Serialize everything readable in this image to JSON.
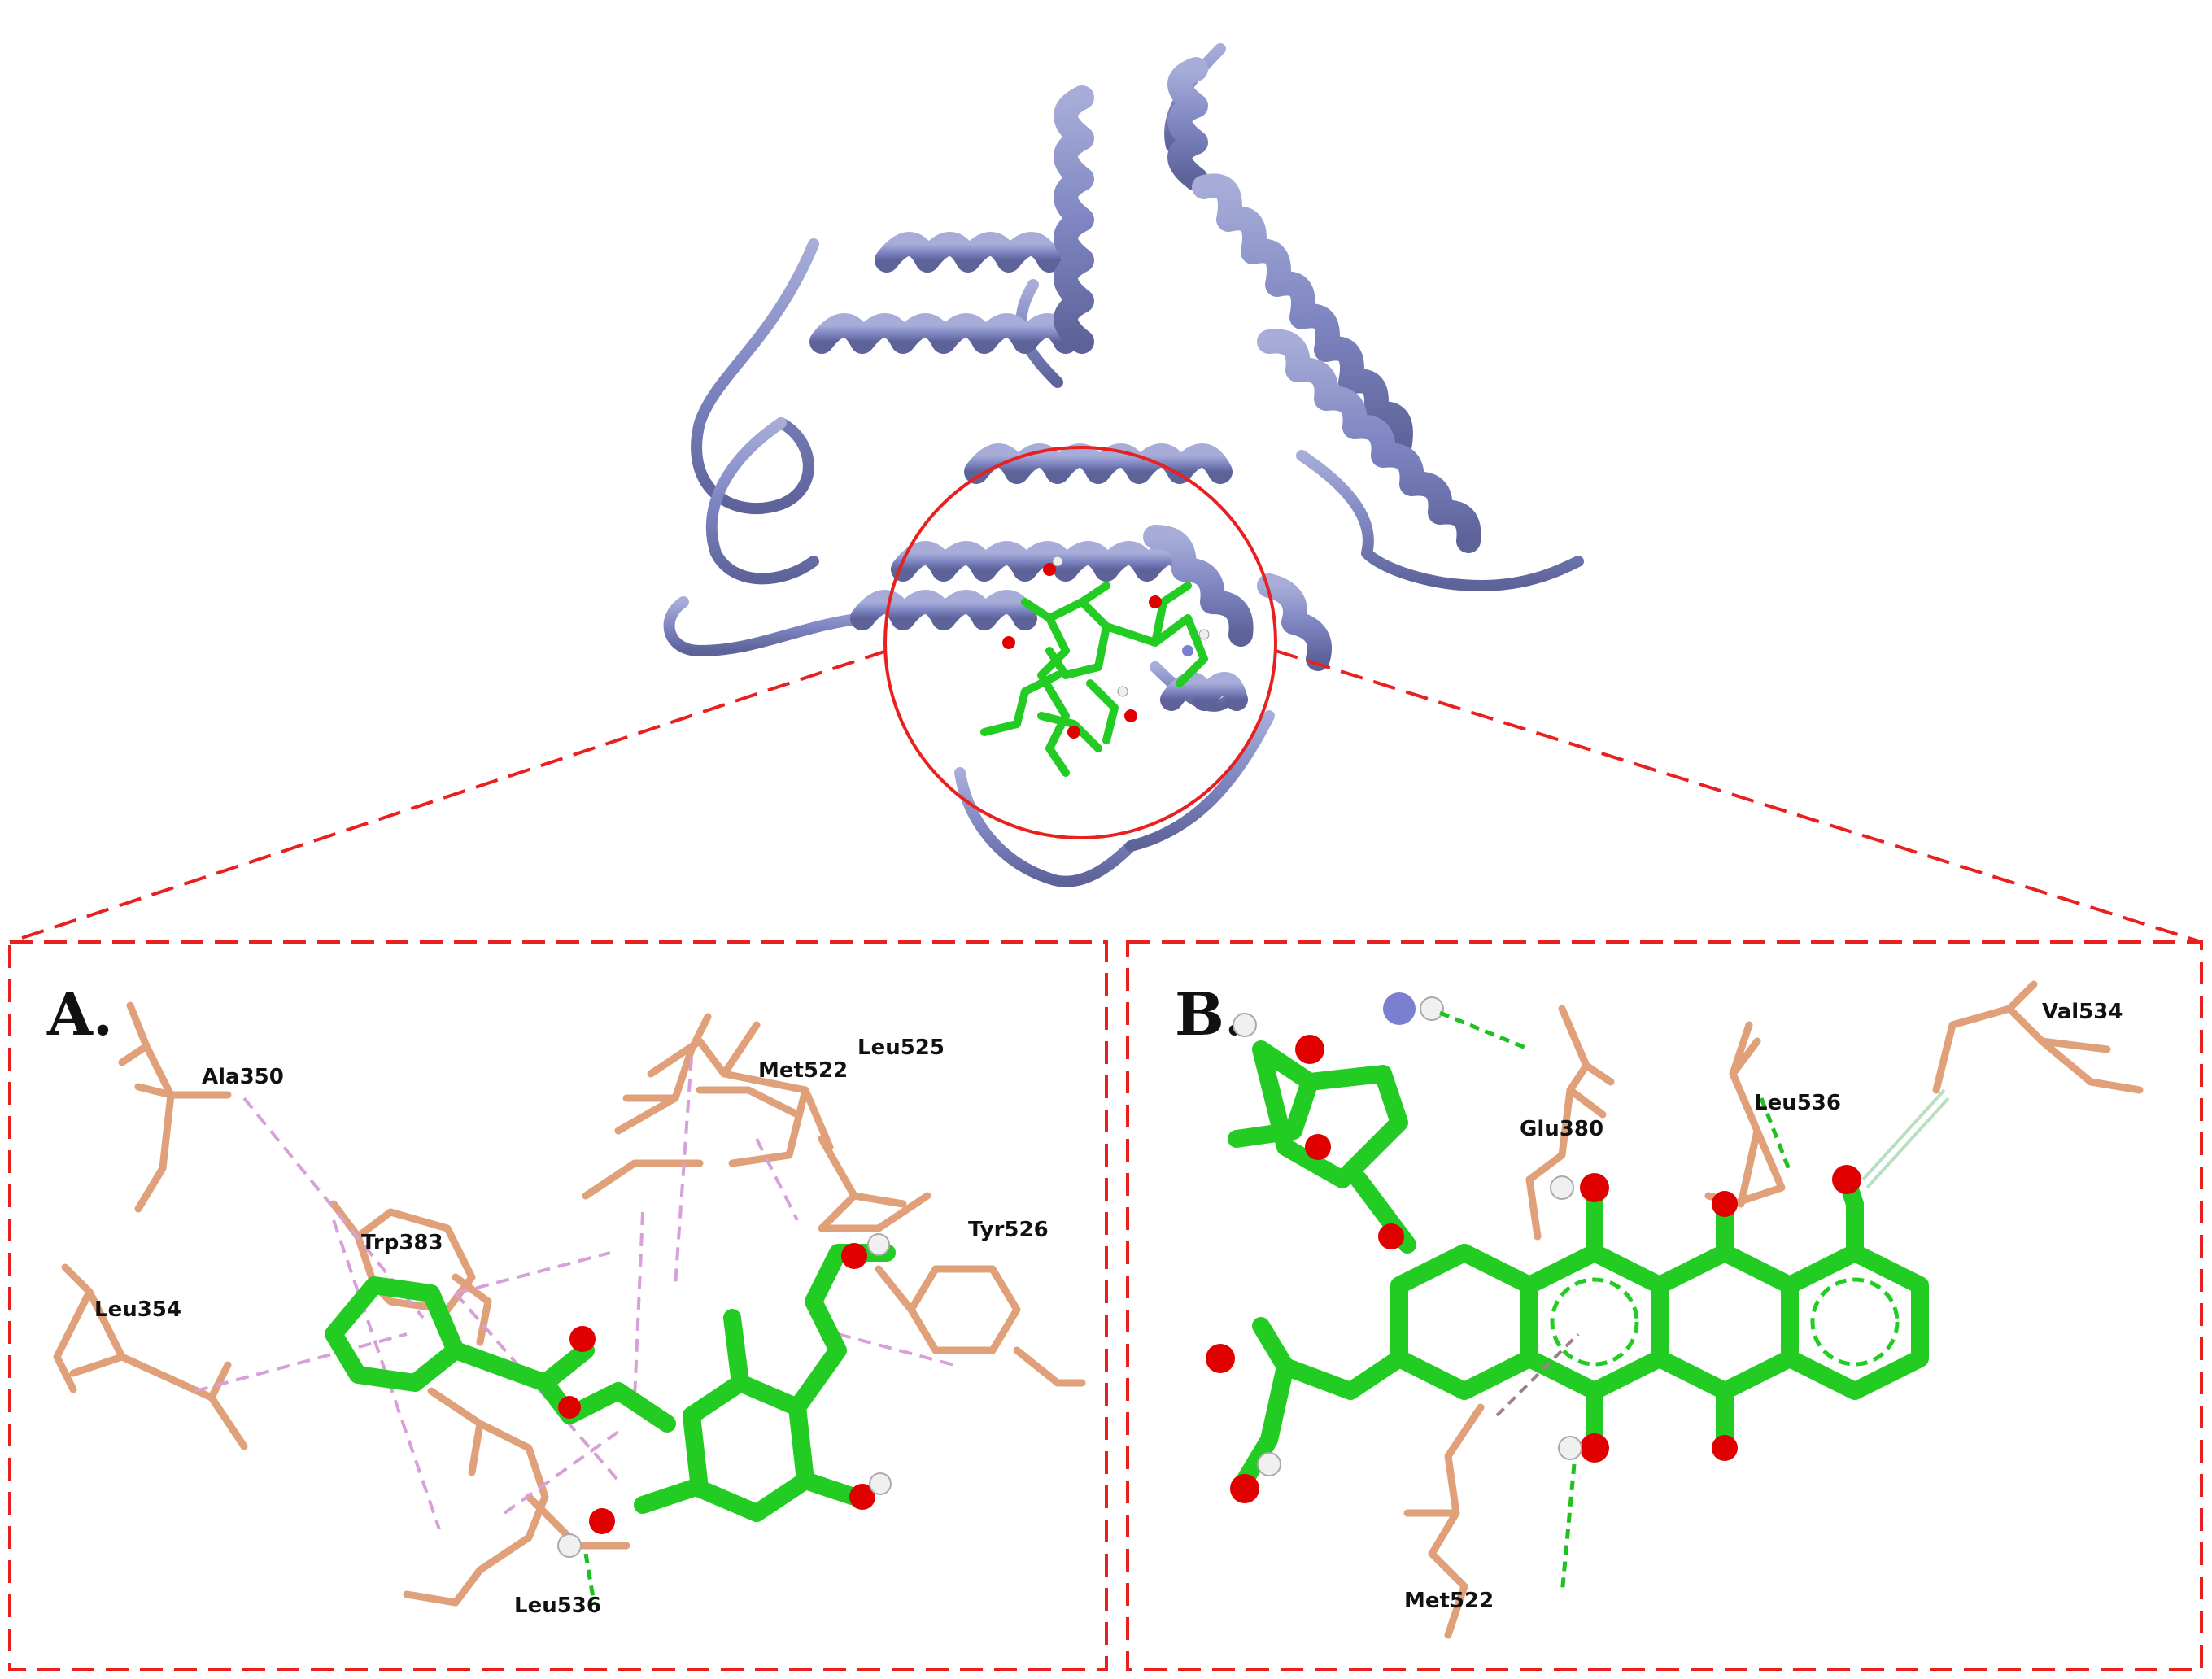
{
  "figure": {
    "protein_color": "#7f86c2",
    "ligand_color": "#22cc22",
    "residue_color": "#e0a07a",
    "oxygen_color": "#e00000",
    "nitrogen_color": "#7b7fcf",
    "hydrogen_color": "#f0f0f0",
    "highlight_color": "#e82020",
    "hbond_color": "#21c021",
    "hydrophobic_color": "#d8a0d8"
  },
  "panels": {
    "a": {
      "letter": "A.",
      "residues": {
        "ala350": "Ala350",
        "leu354": "Leu354",
        "trp383": "Trp383",
        "met522": "Met522",
        "leu525": "Leu525",
        "tyr526": "Tyr526",
        "leu536": "Leu536"
      }
    },
    "b": {
      "letter": "B.",
      "residues": {
        "glu380": "Glu380",
        "leu536": "Leu536",
        "val534": "Val534",
        "met522": "Met522"
      }
    }
  }
}
